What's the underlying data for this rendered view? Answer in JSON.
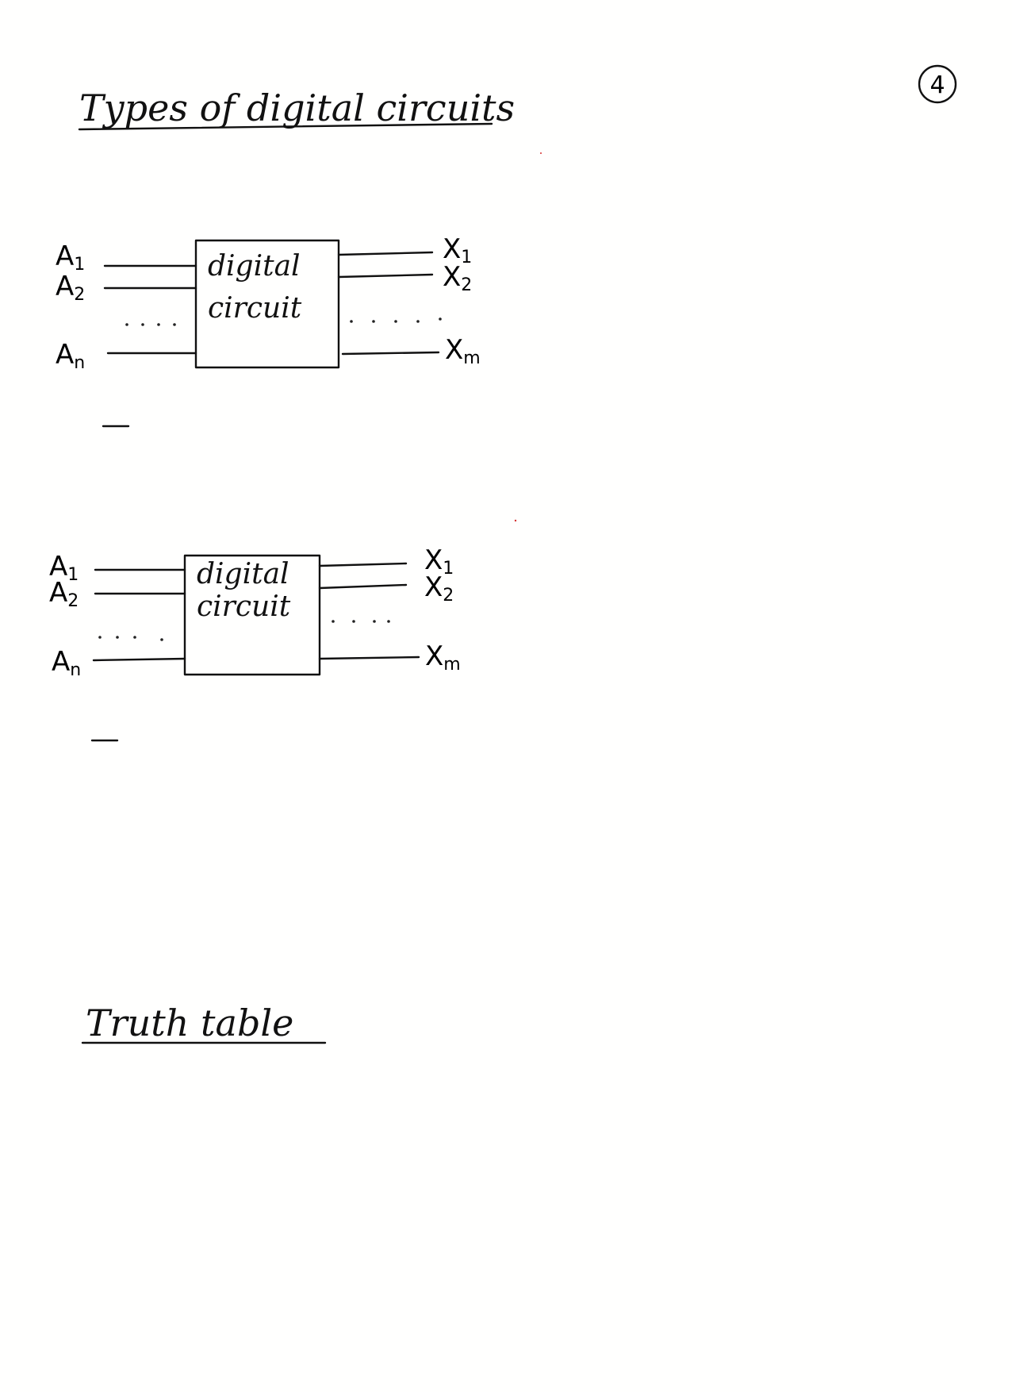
{
  "page_number": "4",
  "heading": "Types of digital circuits",
  "diagrams": [
    {
      "box_label_line1": "digital",
      "box_label_line2": "circuit",
      "inputs": [
        {
          "letter": "A",
          "sub": "1"
        },
        {
          "letter": "A",
          "sub": "2"
        },
        {
          "letter": "A",
          "sub": "n"
        }
      ],
      "outputs": [
        {
          "letter": "X",
          "sub": "1"
        },
        {
          "letter": "X",
          "sub": "2"
        },
        {
          "letter": "X",
          "sub": "m"
        }
      ]
    },
    {
      "box_label_line1": "digital",
      "box_label_line2": "circuit",
      "inputs": [
        {
          "letter": "A",
          "sub": "1"
        },
        {
          "letter": "A",
          "sub": "2"
        },
        {
          "letter": "A",
          "sub": "n"
        }
      ],
      "outputs": [
        {
          "letter": "X",
          "sub": "1"
        },
        {
          "letter": "X",
          "sub": "2"
        },
        {
          "letter": "X",
          "sub": "m"
        }
      ]
    }
  ],
  "section_heading": "Truth table",
  "colors": {
    "ink": "#111111",
    "paper": "#fffffe",
    "stray_mark": "#d63030"
  }
}
